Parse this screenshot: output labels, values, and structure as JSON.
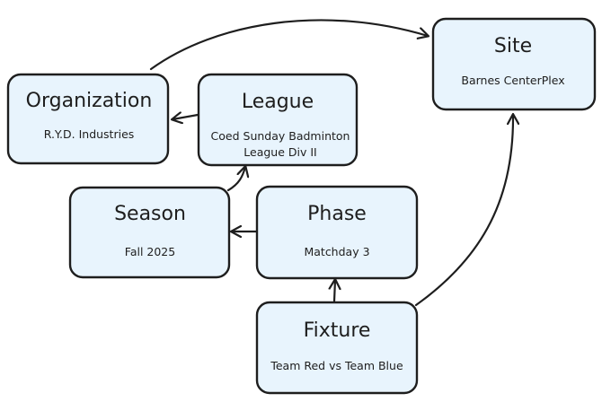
{
  "nodes": {
    "site": {
      "title": "Site",
      "subtitle": "Barnes CenterPlex"
    },
    "organization": {
      "title": "Organization",
      "subtitle": "R.Y.D. Industries"
    },
    "league": {
      "title": "League",
      "subtitle_line1": "Coed Sunday Badminton",
      "subtitle_line2": "League Div II"
    },
    "season": {
      "title": "Season",
      "subtitle": "Fall 2025"
    },
    "phase": {
      "title": "Phase",
      "subtitle": "Matchday 3"
    },
    "fixture": {
      "title": "Fixture",
      "subtitle": "Team Red vs Team Blue"
    }
  },
  "colors": {
    "node_fill": "#e8f4fd",
    "stroke": "#1e1e1e"
  }
}
